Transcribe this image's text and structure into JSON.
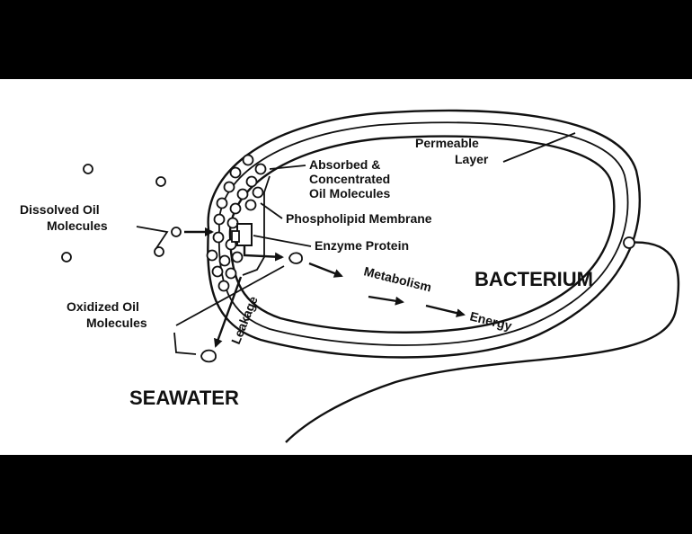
{
  "labels": {
    "permeable_layer_1": "Permeable",
    "permeable_layer_2": "Layer",
    "absorbed_1": "Absorbed &",
    "absorbed_2": "Concentrated",
    "absorbed_3": "Oil Molecules",
    "dissolved_1": "Dissolved Oil",
    "dissolved_2": "Molecules",
    "phospholipid": "Phospholipid Membrane",
    "enzyme": "Enzyme Protein",
    "bacterium": "BACTERIUM",
    "metabolism": "Metabolism",
    "energy": "Energy",
    "leakage": "Leakage",
    "oxidized_1": "Oxidized Oil",
    "oxidized_2": "Molecules",
    "seawater": "SEAWATER"
  }
}
